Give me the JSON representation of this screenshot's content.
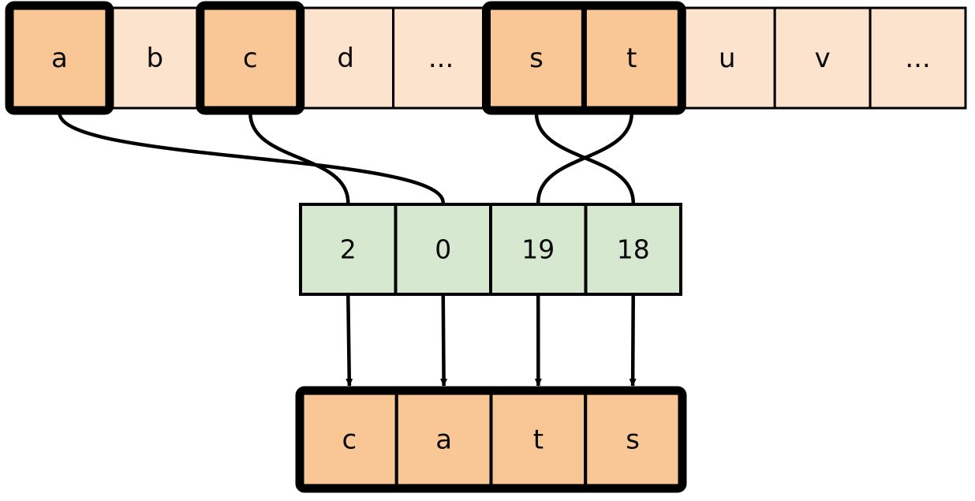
{
  "diagram": {
    "title": "String indexing / gather diagram",
    "colors": {
      "alphabet_cell_fill": "#fbe3cd",
      "alphabet_cell_fill_highlight": "#f8c795",
      "index_cell_fill": "#d7e8d0",
      "result_cell_fill": "#f8c795",
      "stroke": "#000000",
      "background": "#ffffff"
    },
    "alphabet_row": {
      "label": "alphabet-row",
      "cells": [
        {
          "text": "a",
          "highlighted": true
        },
        {
          "text": "b",
          "highlighted": false
        },
        {
          "text": "c",
          "highlighted": true
        },
        {
          "text": "d",
          "highlighted": false
        },
        {
          "text": "...",
          "highlighted": false
        },
        {
          "text": "s",
          "highlighted": true
        },
        {
          "text": "t",
          "highlighted": true
        },
        {
          "text": "u",
          "highlighted": false
        },
        {
          "text": "v",
          "highlighted": false
        },
        {
          "text": "...",
          "highlighted": false
        }
      ],
      "highlight_groups": [
        [
          0,
          0
        ],
        [
          2,
          2
        ],
        [
          5,
          6
        ]
      ]
    },
    "index_row": {
      "label": "index-row",
      "cells": [
        {
          "text": "2"
        },
        {
          "text": "0"
        },
        {
          "text": "19"
        },
        {
          "text": "18"
        }
      ]
    },
    "result_row": {
      "label": "result-row",
      "cells": [
        {
          "text": "c"
        },
        {
          "text": "a"
        },
        {
          "text": "t"
        },
        {
          "text": "s"
        }
      ]
    },
    "curve_links": [
      {
        "from_cell": "c",
        "from_index": 2,
        "to_cell": "2",
        "to_index": 0
      },
      {
        "from_cell": "a",
        "from_index": 0,
        "to_cell": "0",
        "to_index": 1
      },
      {
        "from_cell": "t",
        "from_index": 6,
        "to_cell": "19",
        "to_index": 2
      },
      {
        "from_cell": "s",
        "from_index": 5,
        "to_cell": "18",
        "to_index": 3
      }
    ],
    "arrow_links": [
      {
        "from_index": 0,
        "to_index": 0
      },
      {
        "from_index": 1,
        "to_index": 1
      },
      {
        "from_index": 2,
        "to_index": 2
      },
      {
        "from_index": 3,
        "to_index": 3
      }
    ]
  }
}
